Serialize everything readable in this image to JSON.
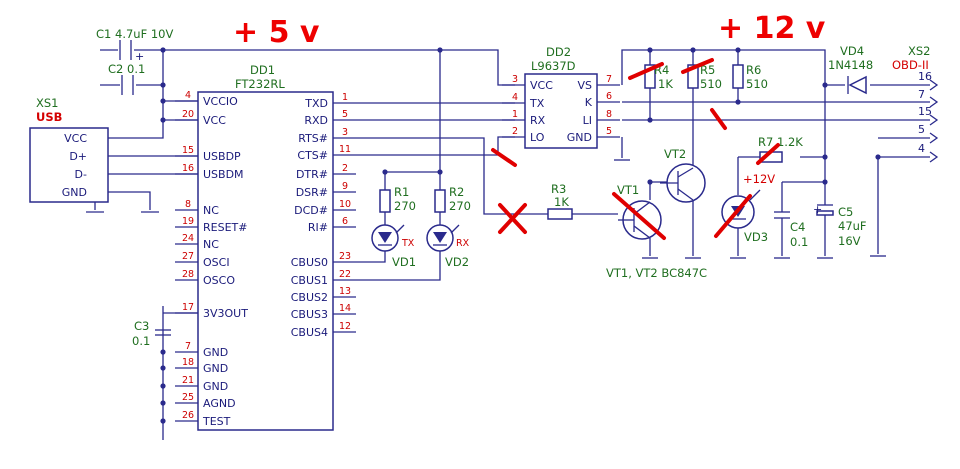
{
  "annotations": {
    "plus5": "+ 5 v",
    "plus12": "+ 12 v"
  },
  "c1": {
    "ref": "C1",
    "value": "4.7uF 10V",
    "polarity": "+"
  },
  "c2": {
    "ref": "C2",
    "value": "0.1"
  },
  "c3": {
    "ref": "C3",
    "value": "0.1"
  },
  "c4": {
    "ref": "C4",
    "value": "0.1"
  },
  "c5": {
    "ref": "C5",
    "value": "47uF",
    "voltage": "16V",
    "polarity": "+"
  },
  "xs1": {
    "ref": "XS1",
    "name": "USB",
    "pins": [
      "VCC",
      "D+",
      "D-",
      "GND"
    ]
  },
  "xs2": {
    "ref": "XS2",
    "name": "OBD-II",
    "pins": [
      "16",
      "7",
      "15",
      "5",
      "4"
    ]
  },
  "dd1": {
    "ref": "DD1",
    "part": "FT232RL",
    "left_pins": [
      [
        "VCCIO",
        "4"
      ],
      [
        "VCC",
        "20"
      ],
      [
        "USBDP",
        "15"
      ],
      [
        "USBDM",
        "16"
      ],
      [
        "NC",
        "8"
      ],
      [
        "RESET#",
        "19"
      ],
      [
        "NC",
        "24"
      ],
      [
        "OSCI",
        "27"
      ],
      [
        "OSCO",
        "28"
      ],
      [
        "3V3OUT",
        "17"
      ],
      [
        "GND",
        "7"
      ],
      [
        "GND",
        "18"
      ],
      [
        "GND",
        "21"
      ],
      [
        "AGND",
        "25"
      ],
      [
        "TEST",
        "26"
      ]
    ],
    "right_pins": [
      [
        "TXD",
        "1"
      ],
      [
        "RXD",
        "5"
      ],
      [
        "RTS#",
        "3"
      ],
      [
        "CTS#",
        "11"
      ],
      [
        "DTR#",
        "2"
      ],
      [
        "DSR#",
        "9"
      ],
      [
        "DCD#",
        "10"
      ],
      [
        "RI#",
        "6"
      ],
      [
        "CBUS0",
        "23"
      ],
      [
        "CBUS1",
        "22"
      ],
      [
        "CBUS2",
        "13"
      ],
      [
        "CBUS3",
        "14"
      ],
      [
        "CBUS4",
        "12"
      ]
    ]
  },
  "dd2": {
    "ref": "DD2",
    "part": "L9637D",
    "left_pins": [
      [
        "VCC",
        "3"
      ],
      [
        "TX",
        "4"
      ],
      [
        "RX",
        "1"
      ],
      [
        "LO",
        "2"
      ]
    ],
    "right_pins": [
      [
        "VS",
        "7"
      ],
      [
        "K",
        "6"
      ],
      [
        "LI",
        "8"
      ],
      [
        "GND",
        "5"
      ]
    ]
  },
  "r1": {
    "ref": "R1",
    "value": "270"
  },
  "r2": {
    "ref": "R2",
    "value": "270"
  },
  "r3": {
    "ref": "R3",
    "value": "1K"
  },
  "r4": {
    "ref": "R4",
    "value": "1K"
  },
  "r5": {
    "ref": "R5",
    "value": "510"
  },
  "r6": {
    "ref": "R6",
    "value": "510"
  },
  "r7": {
    "ref": "R7",
    "value": "1.2K"
  },
  "vd1": {
    "ref": "VD1",
    "label": "TX"
  },
  "vd2": {
    "ref": "VD2",
    "label": "RX"
  },
  "vd3": {
    "ref": "VD3",
    "label": "+12V"
  },
  "vd4": {
    "ref": "VD4",
    "part": "1N4148"
  },
  "vt1": {
    "ref": "VT1"
  },
  "vt2": {
    "ref": "VT2"
  },
  "transistors_note": "VT1, VT2 BC847C"
}
